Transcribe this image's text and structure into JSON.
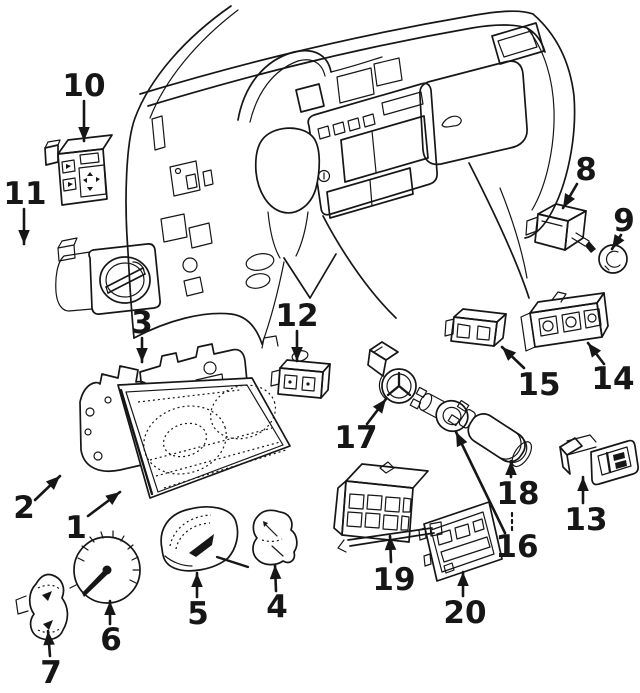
{
  "figure": {
    "kind": "exploded-parts-line-diagram",
    "background_color": "#ffffff",
    "line_color": "#161616",
    "callouts": {
      "c1": "1",
      "c2": "2",
      "c3": "3",
      "c4": "4",
      "c5": "5",
      "c6": "6",
      "c7": "7",
      "c8": "8",
      "c9": "9",
      "c10": "10",
      "c11": "11",
      "c12": "12",
      "c13": "13",
      "c14": "14",
      "c15": "15",
      "c16": "16",
      "c17": "17",
      "c18": "18",
      "c19": "19",
      "c20": "20"
    }
  }
}
